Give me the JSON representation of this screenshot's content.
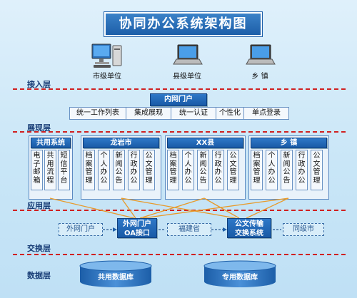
{
  "title": "协同办公系统架构图",
  "devices": [
    "市级单位",
    "县级单位",
    "乡 镇"
  ],
  "layers": [
    "接入层",
    "展现层",
    "应用层",
    "交换层",
    "数据层"
  ],
  "portal": "内网门户",
  "portal_items": [
    "统一工作列表",
    "集成展现",
    "统一认证",
    "个性化",
    "单点登录"
  ],
  "groups": [
    {
      "name": "共用系统",
      "items": [
        "电子邮箱",
        "共用流程",
        "短信平台"
      ]
    },
    {
      "name": "龙岩市",
      "items": [
        "档案管理",
        "个人办公",
        "新闻公告",
        "行政办公",
        "公文管理"
      ]
    },
    {
      "name": "XX县",
      "items": [
        "档案管理",
        "个人办公",
        "新闻公告",
        "行政办公",
        "公文管理"
      ]
    },
    {
      "name": "乡 镇",
      "items": [
        "档案管理",
        "个人办公",
        "新闻公告",
        "行政办公",
        "公文管理"
      ]
    }
  ],
  "exchange": {
    "outer_portal": "外网门户",
    "oa_gateway": [
      "外网门户",
      "OA接口"
    ],
    "fujian": "福建省",
    "doc_exchange": [
      "公文传输",
      "交换系统"
    ],
    "same_city": "同级市"
  },
  "databases": [
    "共用数据库",
    "专用数据库"
  ],
  "colors": {
    "primary": "#1c5ea8",
    "accent_line": "#e89a2a",
    "divider": "#d02020"
  }
}
